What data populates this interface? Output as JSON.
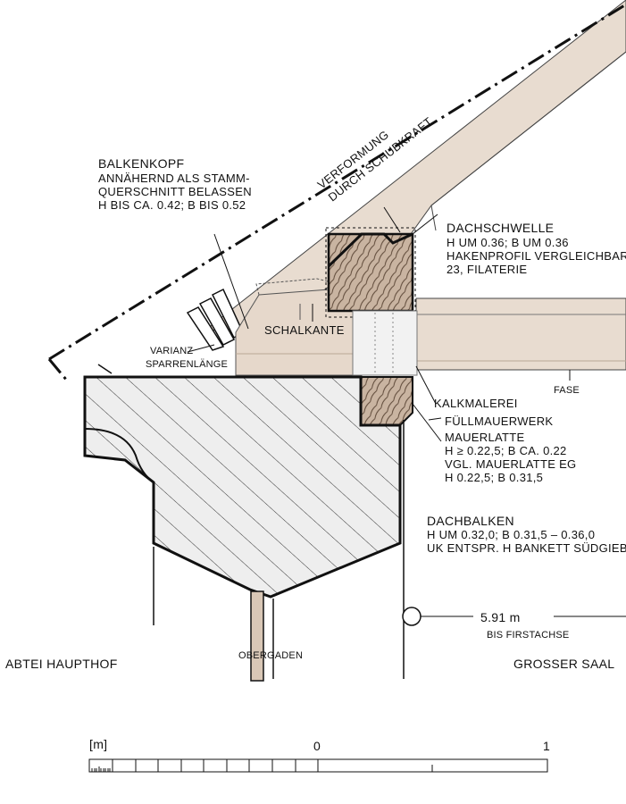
{
  "labels": {
    "balkenkopf_title": "BALKENKOPF",
    "balkenkopf_line1": "ANNÄHERND ALS STAMM-",
    "balkenkopf_line2": "QUERSCHNITT BELASSEN",
    "balkenkopf_line3": "H BIS CA. 0.42; B BIS 0.52",
    "verformung_line1": "VERFORMUNG",
    "verformung_line2": "DURCH SCHUBKRAFT",
    "dachschwelle_title": "DACHSCHWELLE",
    "dachschwelle_line1": "H UM 0.36; B UM 0.36",
    "dachschwelle_line2": "HAKENPROFIL VERGLEICHBAR",
    "dachschwelle_line3": "23, FILATERIE",
    "schalkante": "SCHALKANTE",
    "varianz_line1": "VARIANZ",
    "varianz_line2": "SPARRENLÄNGE",
    "fase": "FASE",
    "kalkmalerei": "KALKMALEREI",
    "fuellmauerwerk": "FÜLLMAUERWERK",
    "mauerlatte_title": "MAUERLATTE",
    "mauerlatte_line1": "H ≥ 0.22,5; B CA. 0.22",
    "mauerlatte_line2": "VGL. MAUERLATTE EG",
    "mauerlatte_line3": "H 0.22,5; B 0.31,5",
    "dachbalken_title": "DACHBALKEN",
    "dachbalken_line1": "H UM 0.32,0; B 0.31,5 – 0.36,0",
    "dachbalken_line2": "UK ENTSPR. H BANKETT SÜDGIEBEL",
    "height_value": "5.91 m",
    "height_caption": "BIS FIRSTACHSE",
    "abtei": "ABTEI HAUPTHOF",
    "obergaden": "OBERGADEN",
    "grosser_saal": "GROSSER SAAL"
  },
  "scale": {
    "unit": "[m]",
    "zero": "0",
    "one": "1"
  },
  "colors": {
    "ink": "#111111",
    "timber": "#e8dcd0",
    "timber_dark": "#c9b4a1",
    "masonry": "#eeeeee"
  }
}
